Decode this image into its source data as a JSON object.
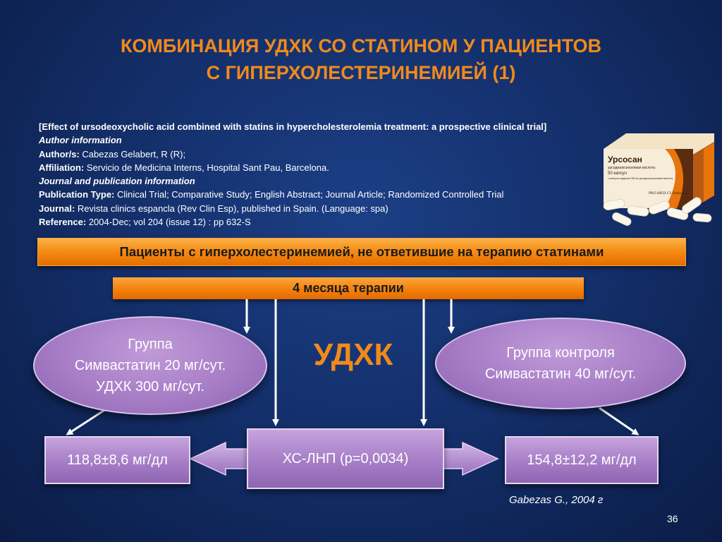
{
  "title": {
    "line1": "КОМБИНАЦИЯ УДХК СО СТАТИНОМ У ПАЦИЕНТОВ",
    "line2": "С ГИПЕРХОЛЕСТЕРИНЕМИЕЙ (1)"
  },
  "reference": {
    "heading": "[Effect of ursodeoxycholic acid combined with statins in hypercholesterolemia treatment: a prospective clinical trial]",
    "author_info": "Author information",
    "authors_label": "Author/s:",
    "authors": " Cabezas Gelabert, R (R);",
    "affiliation_label": "Affiliation:",
    "affiliation": " Servicio de Medicina Interns, Hospital Sant Pau, Barcelona.",
    "journal_info": "Journal and publication information",
    "pubtype_label": "Publication Type:",
    "pubtype": " Clinical Trial; Comparative Study; English Abstract; Journal Article; Randomized Controlled Trial",
    "journal_label": "Journal:",
    "journal": " Revista clinics espancla (Rev Clin Esp), published in Spain. (Language: spa)",
    "reference_label": "Reference:",
    "reference": " 2004-Dec; vol 204 (issue 12) : pp 632-S"
  },
  "product_box": {
    "name": "Урсосан",
    "subtitle": "урсодезоксихолевая кислота",
    "count": "50 капсул",
    "note": "1 капсула содержит 250 мг урсодезоксихолевой кислоты",
    "brand": "PRO.MED.CS Praha a.s.",
    "colors": {
      "orange": "#e8740c",
      "brown": "#5a2c10",
      "cream": "#f6ecd8"
    }
  },
  "patients_banner": "Пациенты с гиперхолестеринемией, не ответившие на терапию статинами",
  "therapy_banner": "4 месяца терапии",
  "left_group": {
    "line1": "Группа",
    "line2": "Симвастатин 20 мг/сут.",
    "line3": "УДХК 300 мг/сут."
  },
  "center_label": "УДХК",
  "right_group": {
    "line1": "Группа контроля",
    "line2": "Симвастатин 40 мг/сут."
  },
  "results": {
    "left": "118,8±8,6 мг/дл",
    "center": "ХС-ЛНП (p=0,0034)",
    "right": "154,8±12,2 мг/дл"
  },
  "citation": "Gabezas G., 2004 г",
  "page_number": "36",
  "colors": {
    "background": "#14306c",
    "title_orange": "#f08a1c",
    "banner_orange": "#f58d14",
    "purple": "#a77dc6"
  }
}
